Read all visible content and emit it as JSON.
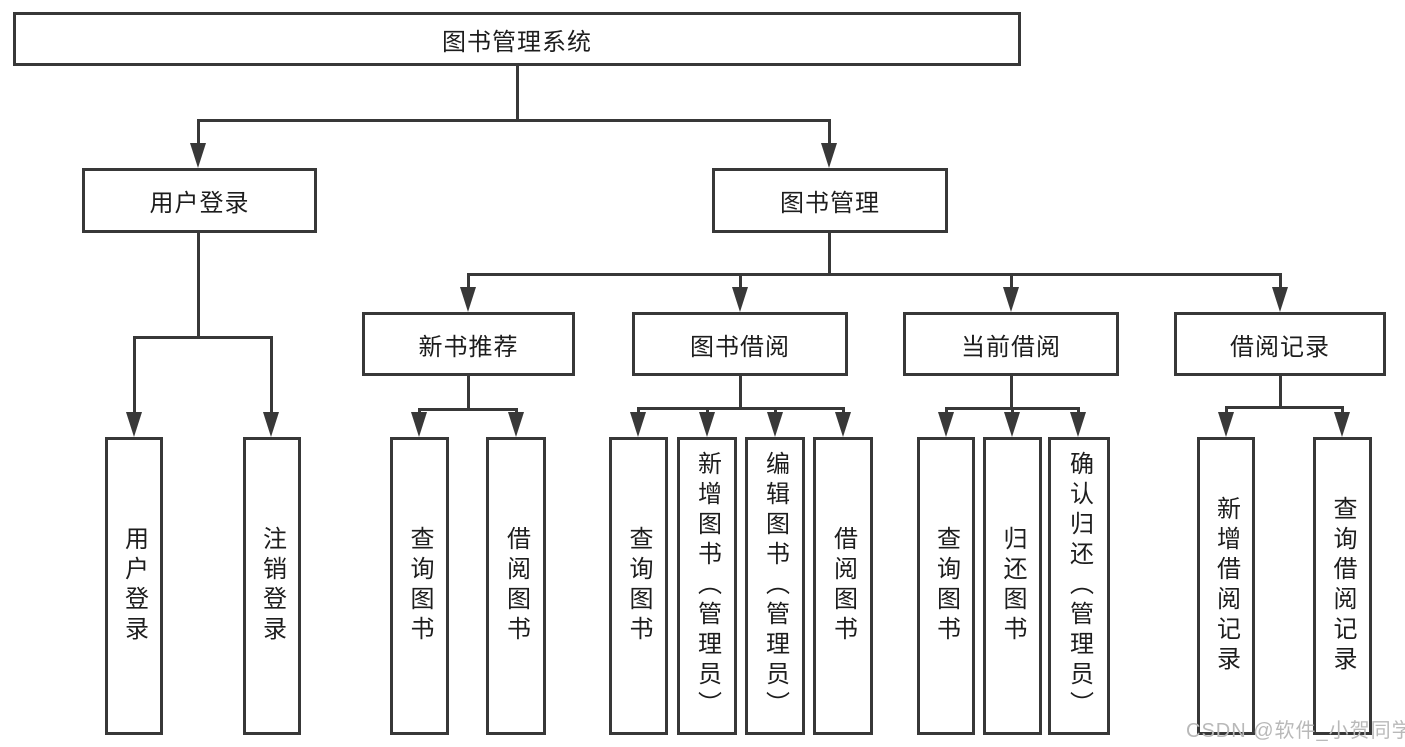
{
  "diagram": {
    "type": "hierarchy-tree",
    "title": "图书管理系统",
    "root": {
      "label": "图书管理系统"
    },
    "level2": [
      {
        "id": "user-login",
        "label": "用户登录"
      },
      {
        "id": "book-management",
        "label": "图书管理"
      }
    ],
    "level3": [
      {
        "id": "new-book-recommend",
        "label": "新书推荐",
        "parent": "图书管理"
      },
      {
        "id": "book-borrow",
        "label": "图书借阅",
        "parent": "图书管理"
      },
      {
        "id": "current-borrow",
        "label": "当前借阅",
        "parent": "图书管理"
      },
      {
        "id": "borrow-records",
        "label": "借阅记录",
        "parent": "图书管理"
      }
    ],
    "leaves": {
      "user_login": [
        "用户登录",
        "注销登录"
      ],
      "new_book_recommend": [
        "查询图书",
        "借阅图书"
      ],
      "book_borrow": [
        "查询图书",
        "新增图书（管理员）",
        "编辑图书（管理员）",
        "借阅图书"
      ],
      "current_borrow": [
        "查询图书",
        "归还图书",
        "确认归还（管理员）"
      ],
      "borrow_records": [
        "新增借阅记录",
        "查询借阅记录"
      ]
    },
    "colors": {
      "line": "#383838",
      "text": "#1d1d1d",
      "box_fill": "#ffffff",
      "watermark": "#b9b9b9"
    }
  },
  "watermark": {
    "text": "CSDN @软件_小贺同学"
  }
}
